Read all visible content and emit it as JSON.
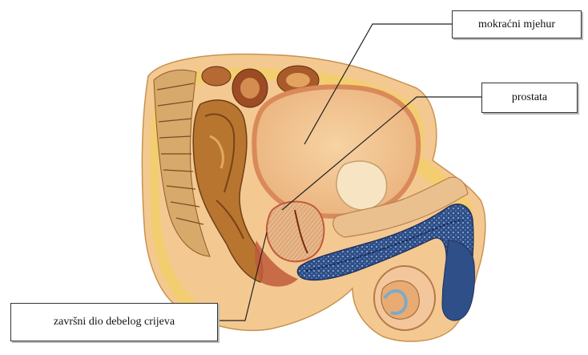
{
  "labels": {
    "bladder": "mokraćni mjehur",
    "prostate": "prostata",
    "rectum": "završni dio debelog crijeva"
  },
  "colors": {
    "skin": "#f4c891",
    "fat": "#f2cf6a",
    "bladder": "#f0bf8a",
    "bladder_wall": "#d9895a",
    "spine": "#d7a96a",
    "rectum": "#b8752f",
    "spongy": "#2f4f88",
    "muscle": "#c05a3a",
    "testis": "#f3c79b",
    "leader_line": "#222222"
  }
}
